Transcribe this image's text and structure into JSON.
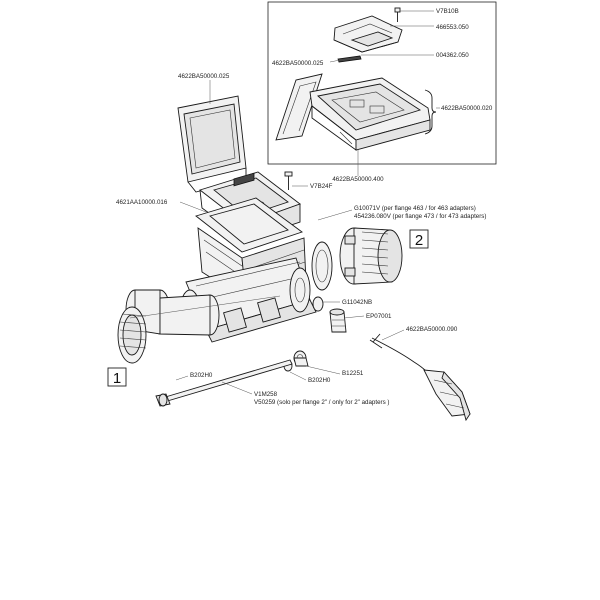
{
  "labels": {
    "l1": "V7B10B",
    "l2": "466553.050",
    "l3": "004362.050",
    "l4": "4622BA50000.025",
    "l5": "4622BA50000.020",
    "l6": "4622BA50000.025",
    "l7": "V7B24F",
    "l8": "4622BA50000.400",
    "l9": "4621AA10000.016",
    "l10": "G10071V (per flange 463 / for 463 adapters)",
    "l11": "454236.080V (per flange 473 / for 473 adapters)",
    "l12": "G11042NB",
    "l13": "EP07001",
    "l14": "4622BA50000.090",
    "l15": "B12251",
    "l16": "B202H0",
    "l17": "B202H0",
    "l18": "V1M258",
    "l19": "V50259 (solo per flange 2\" / only for 2\" adapters )"
  },
  "callouts": {
    "c1": "1",
    "c2": "2"
  }
}
